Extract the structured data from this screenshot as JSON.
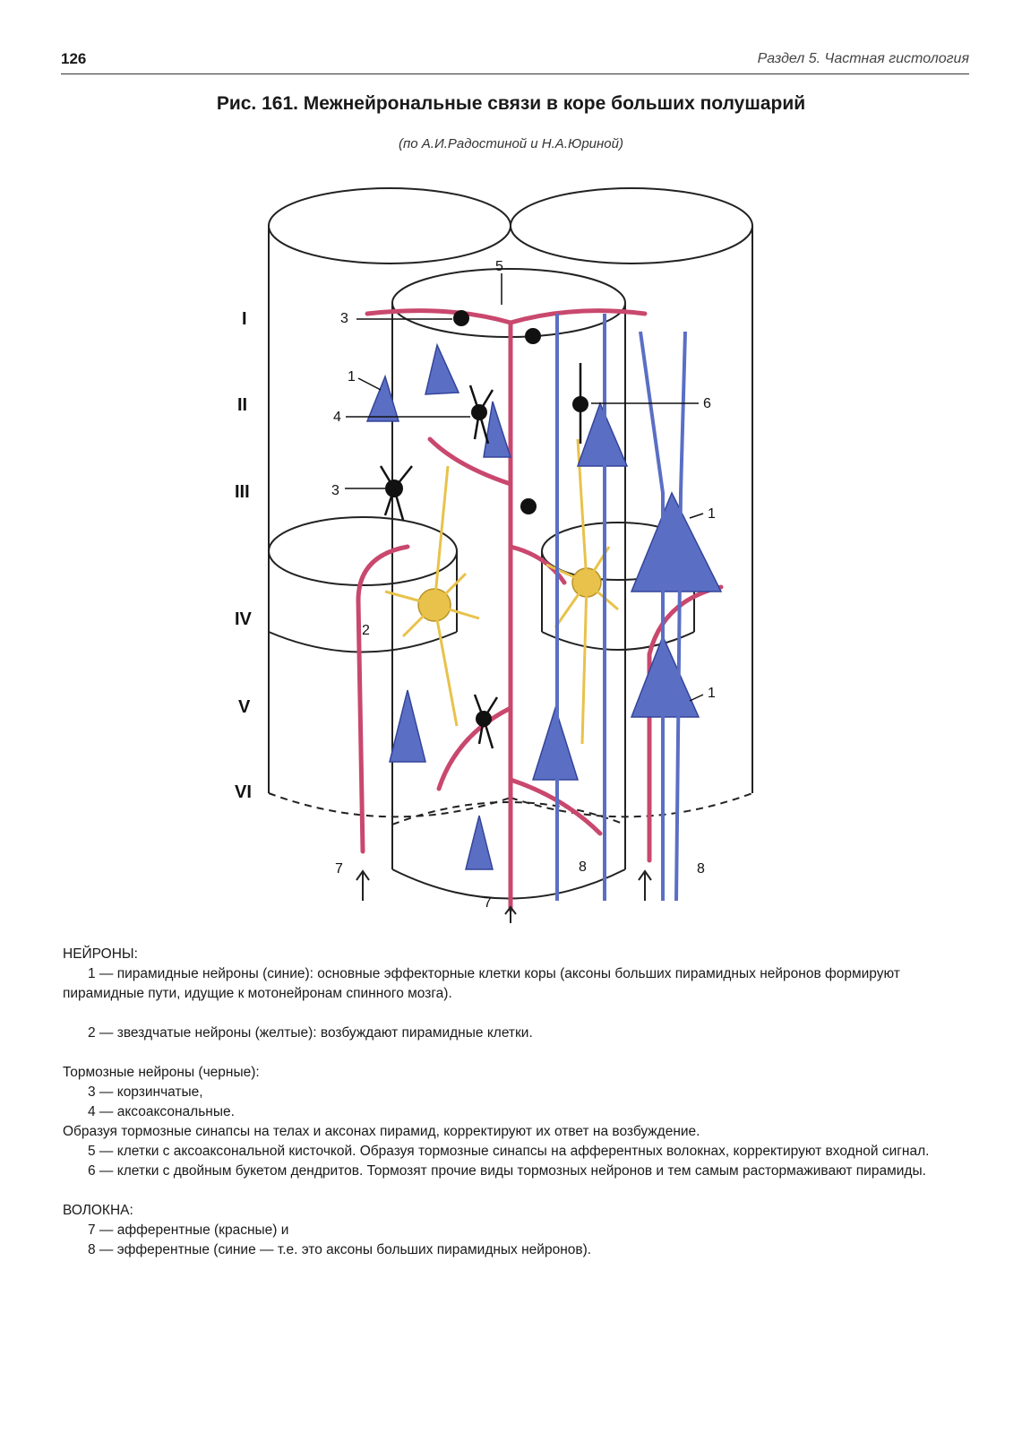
{
  "header": {
    "page_number": "126",
    "running_head": "Раздел 5. Частная гистология"
  },
  "figure": {
    "title": "Рис. 161. Межнейрональные связи в коре больших полушарий",
    "source": "(по А.И.Радостиной и Н.А.Юриной)",
    "layers": [
      "I",
      "II",
      "III",
      "IV",
      "V",
      "VI"
    ],
    "callouts": [
      "1",
      "1",
      "1",
      "2",
      "3",
      "3",
      "4",
      "5",
      "6",
      "7",
      "7",
      "8",
      "8"
    ],
    "colors": {
      "pyramidal": "#5a6fc4",
      "stellate": "#e8c24a",
      "inhibitory": "#111111",
      "afferent": "#c9486e"
    }
  },
  "legend": {
    "neurons_heading": "НЕЙРОНЫ:",
    "item1": "1 — пирамидные нейроны (синие): основные эффекторные клетки коры (аксоны больших пирамидных нейронов формируют пирамидные пути, идущие к мотонейронам спинного мозга).",
    "item2": "2 — звездчатые нейроны (желтые): возбуждают пирамидные клетки.",
    "inhibitory_heading": "Тормозные нейроны (черные):",
    "item3": "3 — корзинчатые,",
    "item4": "4 — аксоаксональные.",
    "inhibitory_note": "Образуя тормозные синапсы на телах и аксонах пирамид, корректируют их ответ на возбуждение.",
    "item5": "5 — клетки с аксоаксональной кисточкой. Образуя тормозные синапсы на афферентных волокнах, корректируют входной сигнал.",
    "item6": "6 — клетки с двойным букетом дендритов. Тормозят прочие виды тормозных нейронов и тем самым растормаживают пирамиды.",
    "fibers_heading": "ВОЛОКНА:",
    "item7": "7 — афферентные (красные) и",
    "item8": "8 — эфферентные (синие — т.е. это аксоны больших пирамидных нейронов)."
  }
}
